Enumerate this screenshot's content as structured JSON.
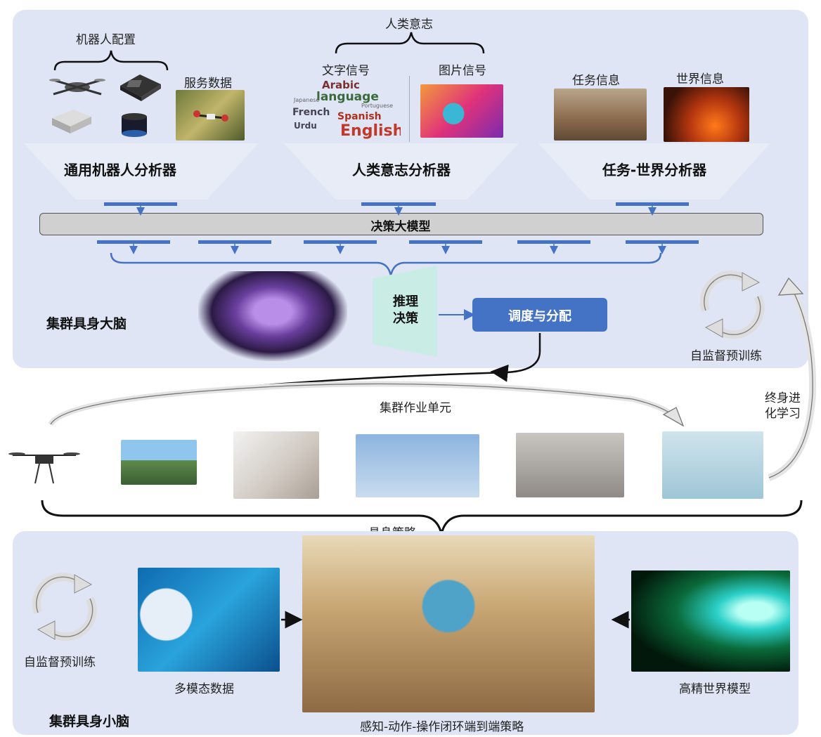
{
  "brain": {
    "section_label": "集群具身大脑",
    "robot_config": "机器人配置",
    "service_data": "服务数据",
    "human_will": "人类意志",
    "text_signal": "文字信号",
    "image_signal": "图片信号",
    "word_cloud": [
      "Arabic",
      "language",
      "French",
      "Spanish",
      "English",
      "Japanese",
      "Portuguese",
      "Urdu"
    ],
    "task_info": "任务信息",
    "world_info": "世界信息",
    "analyzers": [
      "通用机器人分析器",
      "人类意志分析器",
      "任务-世界分析器"
    ],
    "decision_model": "决策大模型",
    "reasoning": "推理\n决策",
    "dispatch": "调度与分配",
    "self_supervised": "自监督预训练"
  },
  "middle": {
    "swarm_unit": "集群作业单元",
    "lifelong": "终身进\n化学习",
    "embodied_policy": "具身策略"
  },
  "cerebellum": {
    "section_label": "集群具身小脑",
    "self_supervised": "自监督预训练",
    "multimodal": "多模态数据",
    "hd_world": "高精世界模型",
    "closed_loop": "感知-动作-操作闭环端到端策略"
  },
  "colors": {
    "panel": "#dfe5f5",
    "accent": "#4472c4",
    "dispatch": "#4472c4",
    "decision_bar": "#d0d0d0",
    "reasoning": "#c9ede4"
  }
}
